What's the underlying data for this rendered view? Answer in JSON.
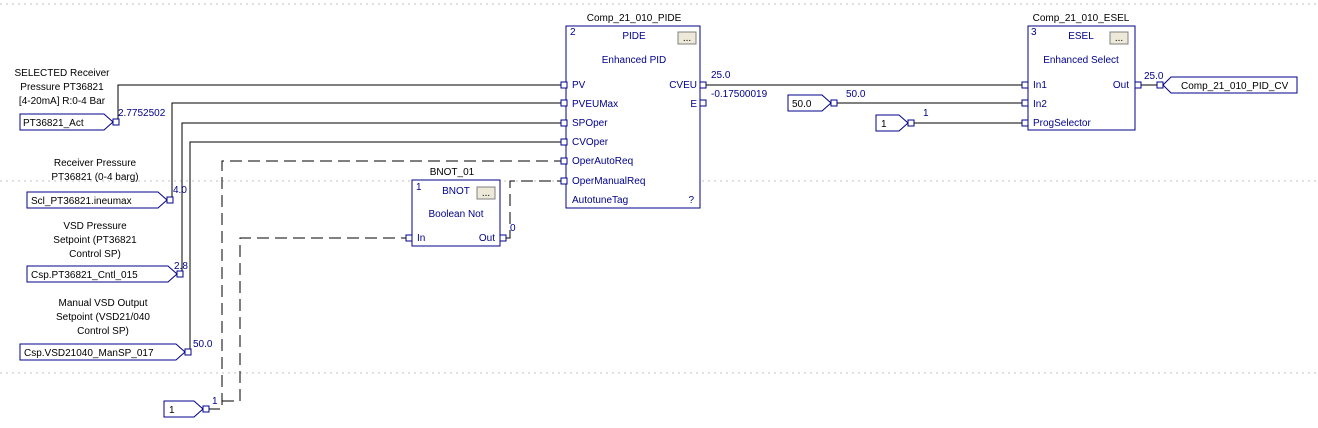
{
  "blocks": {
    "pide": {
      "tag": "Comp_21_010_PIDE",
      "num": "2",
      "type": "PIDE",
      "desc": "Enhanced PID",
      "btn": "...",
      "inputs": [
        "PV",
        "PVEUMax",
        "SPOper",
        "CVOper",
        "OperAutoReq",
        "OperManualReq"
      ],
      "outputs": [
        "CVEU",
        "E"
      ],
      "footer": "AutotuneTag",
      "footer_mark": "?"
    },
    "bnot": {
      "tag": "BNOT_01",
      "num": "1",
      "type": "BNOT",
      "desc": "Boolean Not",
      "btn": "...",
      "inputs": [
        "In"
      ],
      "outputs": [
        "Out"
      ]
    },
    "esel": {
      "tag": "Comp_21_010_ESEL",
      "num": "3",
      "type": "ESEL",
      "desc": "Enhanced Select",
      "btn": "...",
      "inputs": [
        "In1",
        "In2",
        "ProgSelector"
      ],
      "outputs": [
        "Out"
      ]
    }
  },
  "input_refs": [
    {
      "label": [
        "SELECTED Receiver",
        "Pressure PT36821",
        "[4-20mA] R:0-4 Bar"
      ],
      "tag": "PT36821_Act",
      "value": "2.7752502"
    },
    {
      "label": [
        "Receiver Pressure",
        "PT36821 (0-4 barg)"
      ],
      "tag": "Scl_PT36821.ineumax",
      "value": "4.0"
    },
    {
      "label": [
        "VSD Pressure",
        "Setpoint (PT36821",
        "Control SP)"
      ],
      "tag": "Csp.PT36821_Cntl_015",
      "value": "2.8"
    },
    {
      "label": [
        "Manual VSD Output",
        "Setpoint (VSD21/040",
        "Control SP)"
      ],
      "tag": "Csp.VSD21040_ManSP_017",
      "value": "50.0"
    },
    {
      "label": [],
      "tag": "1",
      "value": "1"
    }
  ],
  "constants": [
    {
      "tag": "50.0",
      "value": "50.0"
    },
    {
      "tag": "1",
      "value": "1"
    }
  ],
  "output_ref": {
    "tag": "Comp_21_010_PID_CV",
    "value": "25.0"
  },
  "pin_values": {
    "pide_cveu": "25.0",
    "pide_e": "-0.17500019",
    "bnot_out": "0"
  }
}
